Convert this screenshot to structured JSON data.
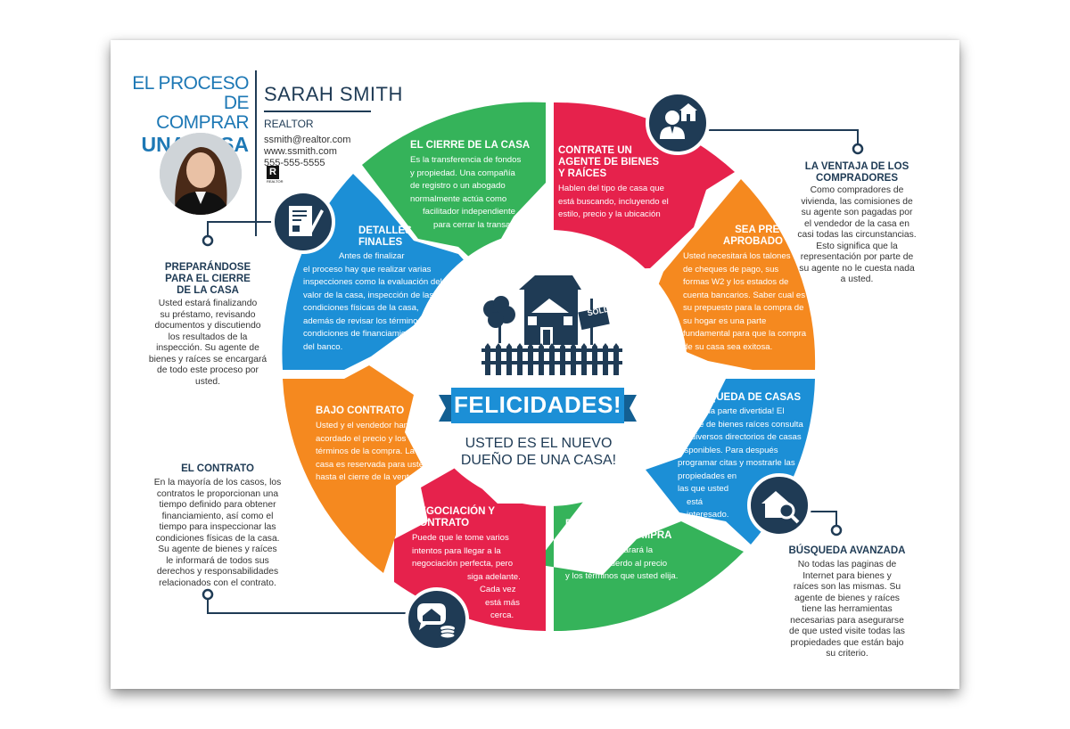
{
  "header": {
    "title_line1": "EL PROCESO",
    "title_line2": "DE COMPRAR",
    "title_line3": "UNA CASA"
  },
  "agent": {
    "name": "SARAH SMITH",
    "role": "REALTOR",
    "email": "ssmith@realtor.com",
    "website": "www.ssmith.com",
    "phone": "555-555-5555",
    "logo_letter": "R",
    "logo_word": "REALTOR"
  },
  "center": {
    "banner": "FELICIDADES!",
    "sub_line1": "USTED ES EL NUEVO",
    "sub_line2": "DUEÑO DE UNA CASA!",
    "sign_text": "SOLD"
  },
  "colors": {
    "navy": "#1f3b55",
    "red": "#e6224c",
    "orange": "#f5891f",
    "blue": "#1c8fd6",
    "green": "#35b35a",
    "title_blue": "#1d78b5"
  },
  "segments": {
    "cierre": {
      "title": "EL CIERRE DE LA CASA",
      "lines": [
        "Es la transferencia de fondos",
        "y propiedad. Una compañía",
        "de registro o un abogado",
        "normalmente actúa como",
        "facilitador independiente",
        "para cerrar la transacción."
      ]
    },
    "agente": {
      "title_lines": [
        "CONTRATE UN",
        "AGENTE DE BIENES",
        "Y RAÍCES"
      ],
      "lines": [
        "Hablen  del tipo de casa que",
        "está buscando,  incluyendo el",
        "estilo, precio y la ubicación"
      ]
    },
    "preaprobado": {
      "title_lines": [
        "SEA PRE-",
        "APROBADO"
      ],
      "lines": [
        "Usted necesitará los talones",
        "de cheques de pago, sus",
        "formas W2 y los estados de",
        "cuenta bancarios. Saber cual es",
        "su prepuesto para la compra de",
        "su hogar es una parte",
        "fundamental para que la compra",
        "de su casa sea exitosa."
      ]
    },
    "busqueda": {
      "title": "BUSQUEDA DE CASAS",
      "lines": [
        "Esta es la parte divertida! El",
        "agente de bienes raíces consulta",
        "los diversos directorios de casas",
        "disponibles. Para después",
        "programar citas y mostrarle las",
        "propiedades en",
        "las que usted",
        "está",
        "interesado."
      ]
    },
    "oferta": {
      "title_lines": [
        "REALIZA UNA",
        "OFERTA DE COMPRA"
      ],
      "lines": [
        "Su agente preparará la",
        "oferta de acuerdo al precio",
        "y los términos que usted elija."
      ]
    },
    "negociacion": {
      "title_lines": [
        "NEGOCIACIÓN Y",
        "CONTRATO"
      ],
      "lines": [
        "Puede que le tome varios",
        "intentos para llegar a la",
        "negociación perfecta, pero",
        "siga adelante.",
        "Cada vez",
        "está más",
        "cerca."
      ]
    },
    "bajo": {
      "title": "BAJO CONTRATO",
      "lines": [
        "Usted y el vendedor han",
        "acordado el precio y los",
        "términos de la compra. La",
        "casa es reservada para usted",
        "hasta el cierre de la venta."
      ]
    },
    "detalles": {
      "title_lines": [
        "DETALLES",
        "FINALES"
      ],
      "lines": [
        "Antes de finalizar",
        "el proceso hay que realizar varias",
        "inspecciones como la evaluación del",
        "valor de la casa, inspección de las",
        "condiciones físicas de la casa,",
        "además de revisar los términos y",
        "condiciones de financiamiento",
        "del banco."
      ]
    }
  },
  "side": {
    "ventaja": {
      "title_lines": [
        "LA VENTAJA DE LOS",
        "COMPRADORES"
      ],
      "lines": [
        "Como compradores de",
        "vivienda, las comisiones de",
        "su agente son pagadas por",
        "el vendedor de la casa en",
        "casi todas las circunstancias.",
        "Esto significa que la",
        "representación por parte de",
        "su agente no le cuesta nada",
        "a usted."
      ]
    },
    "avanzada": {
      "title": "BÚSQUEDA AVANZADA",
      "lines": [
        "No todas las paginas de",
        "Internet para bienes y",
        "raíces son las mismas. Su",
        "agente de bienes y raíces",
        "tiene las herramientas",
        "necesarias para asegurarse",
        "de que usted visite todas las",
        "propiedades que están bajo",
        "su criterio."
      ]
    },
    "preparando": {
      "title_lines": [
        "PREPARÁNDOSE",
        "PARA EL CIERRE",
        "DE LA CASA"
      ],
      "lines": [
        "Usted estará finalizando",
        "su préstamo, revisando",
        "documentos y discutiendo",
        "los resultados de la",
        "inspección. Su agente de",
        "bienes y raíces se encargará",
        "de todo este proceso por",
        "usted."
      ]
    },
    "contrato": {
      "title": "EL CONTRATO",
      "lines": [
        "En la mayoría de los casos, los",
        "contratos le proporcionan una",
        "tiempo definido para obtener",
        "financiamiento, así como el",
        "tiempo para inspeccionar las",
        "condiciones físicas de la casa.",
        "Su agente de bienes y raíces",
        "le informará de todos sus",
        "derechos y responsabilidades",
        "relacionados con el contrato."
      ]
    }
  },
  "icons": {
    "agent": "agent-house-icon",
    "documents": "signed-document-icon",
    "search": "house-magnifier-icon",
    "negotiation": "house-coins-chat-icon",
    "center": "house-trees-fence-icon"
  }
}
